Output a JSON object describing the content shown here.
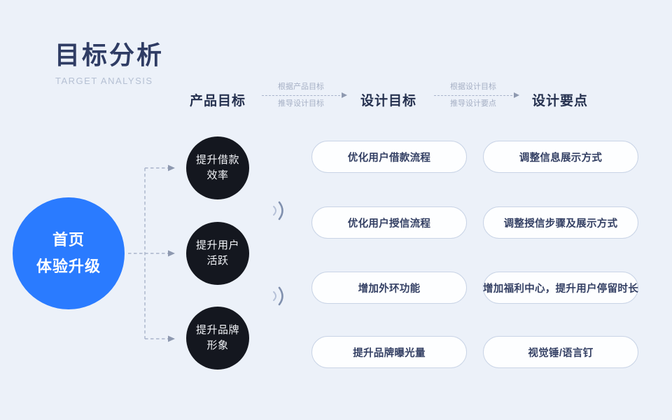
{
  "header": {
    "title": "目标分析",
    "subtitle": "TARGET ANALYSIS"
  },
  "columns": [
    {
      "label": "产品目标"
    },
    {
      "label": "设计目标"
    },
    {
      "label": "设计要点"
    }
  ],
  "arrows": [
    {
      "top_label": "根据产品目标",
      "bottom_label": "推导设计目标"
    },
    {
      "top_label": "根据设计目标",
      "bottom_label": "推导设计要点"
    }
  ],
  "root_node": {
    "lines": [
      "首页",
      "体验升级"
    ]
  },
  "product_goals": [
    {
      "lines": [
        "提升借款",
        "效率"
      ]
    },
    {
      "lines": [
        "提升用户",
        "活跃"
      ]
    },
    {
      "lines": [
        "提升品牌",
        "形象"
      ]
    }
  ],
  "design_goals": [
    "优化用户借款流程",
    "优化用户授信流程",
    "增加外环功能",
    "提升品牌曝光量"
  ],
  "design_points": [
    "调整信息展示方式",
    "调整授信步骤及展示方式",
    "增加福利中心，提升用户停留时长",
    "视觉锤/语言钉"
  ],
  "colors": {
    "canvas-bg": "#ECF1F9",
    "title-navy": "#2F3C64",
    "subtitle-gray": "#B5C0D3",
    "header-navy": "#25314F",
    "label-gray": "#A6B0C5",
    "dash-gray": "#A9B4CB",
    "arrowhead-gray": "#8E99B0",
    "accent-blue": "#2A7BFF",
    "node-black": "#14171F",
    "pill-border": "#C9D4E6",
    "pill-bg": "#FDFEFF",
    "pill-text": "#333F63",
    "wave-light": "#B6C1D8",
    "wave-dark": "#8090AE"
  }
}
